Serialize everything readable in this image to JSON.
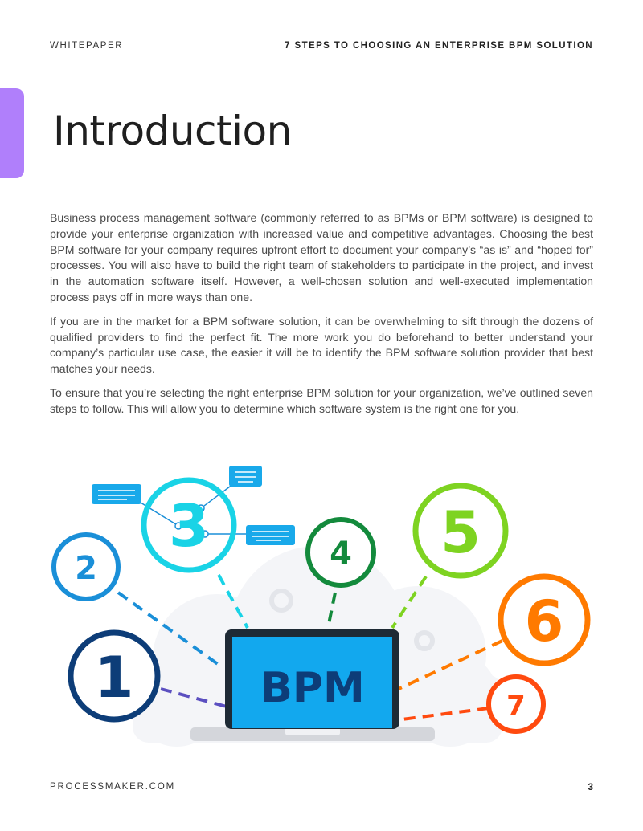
{
  "header": {
    "left": "WHITEPAPER",
    "right": "7 STEPS TO CHOOSING AN ENTERPRISE BPM SOLUTION"
  },
  "page_title": "Introduction",
  "paragraphs": [
    "Business process management software (commonly referred to as BPMs or BPM software) is designed to provide your enterprise organization with increased value and competitive advantages. Choosing the best BPM software for your company requires upfront effort to document your company’s “as is” and “hoped for” processes. You will also have to build the right team of stakeholders to participate in the project, and invest in the automation software itself. However, a well-chosen solution and well-executed implementation process pays off in more ways than one.",
    "If you are in the market for a BPM software solution, it can be overwhelming to sift through the dozens of qualified providers to find the perfect fit. The more work you do beforehand to better understand your company’s particular use case, the easier it will be to identify the BPM software solution provider that best matches your needs.",
    "To ensure that you’re selecting the right enterprise BPM solution for your organization, we’ve outlined seven steps to follow. This will allow you to determine which software system is the right one for you."
  ],
  "illustration": {
    "screen_label": "BPM",
    "steps": [
      "1",
      "2",
      "3",
      "4",
      "5",
      "6",
      "7"
    ],
    "colors": {
      "step1": "#0d3d78",
      "step2": "#1a8fd8",
      "step3": "#19d3e6",
      "step4": "#138a3c",
      "step5": "#7ed321",
      "step6": "#ff7a00",
      "step7": "#ff4a0f",
      "screen": "#12a8ee",
      "accent_tab": "#b07ffb"
    }
  },
  "footer": {
    "left": "PROCESSMAKER.COM",
    "page_number": "3"
  }
}
